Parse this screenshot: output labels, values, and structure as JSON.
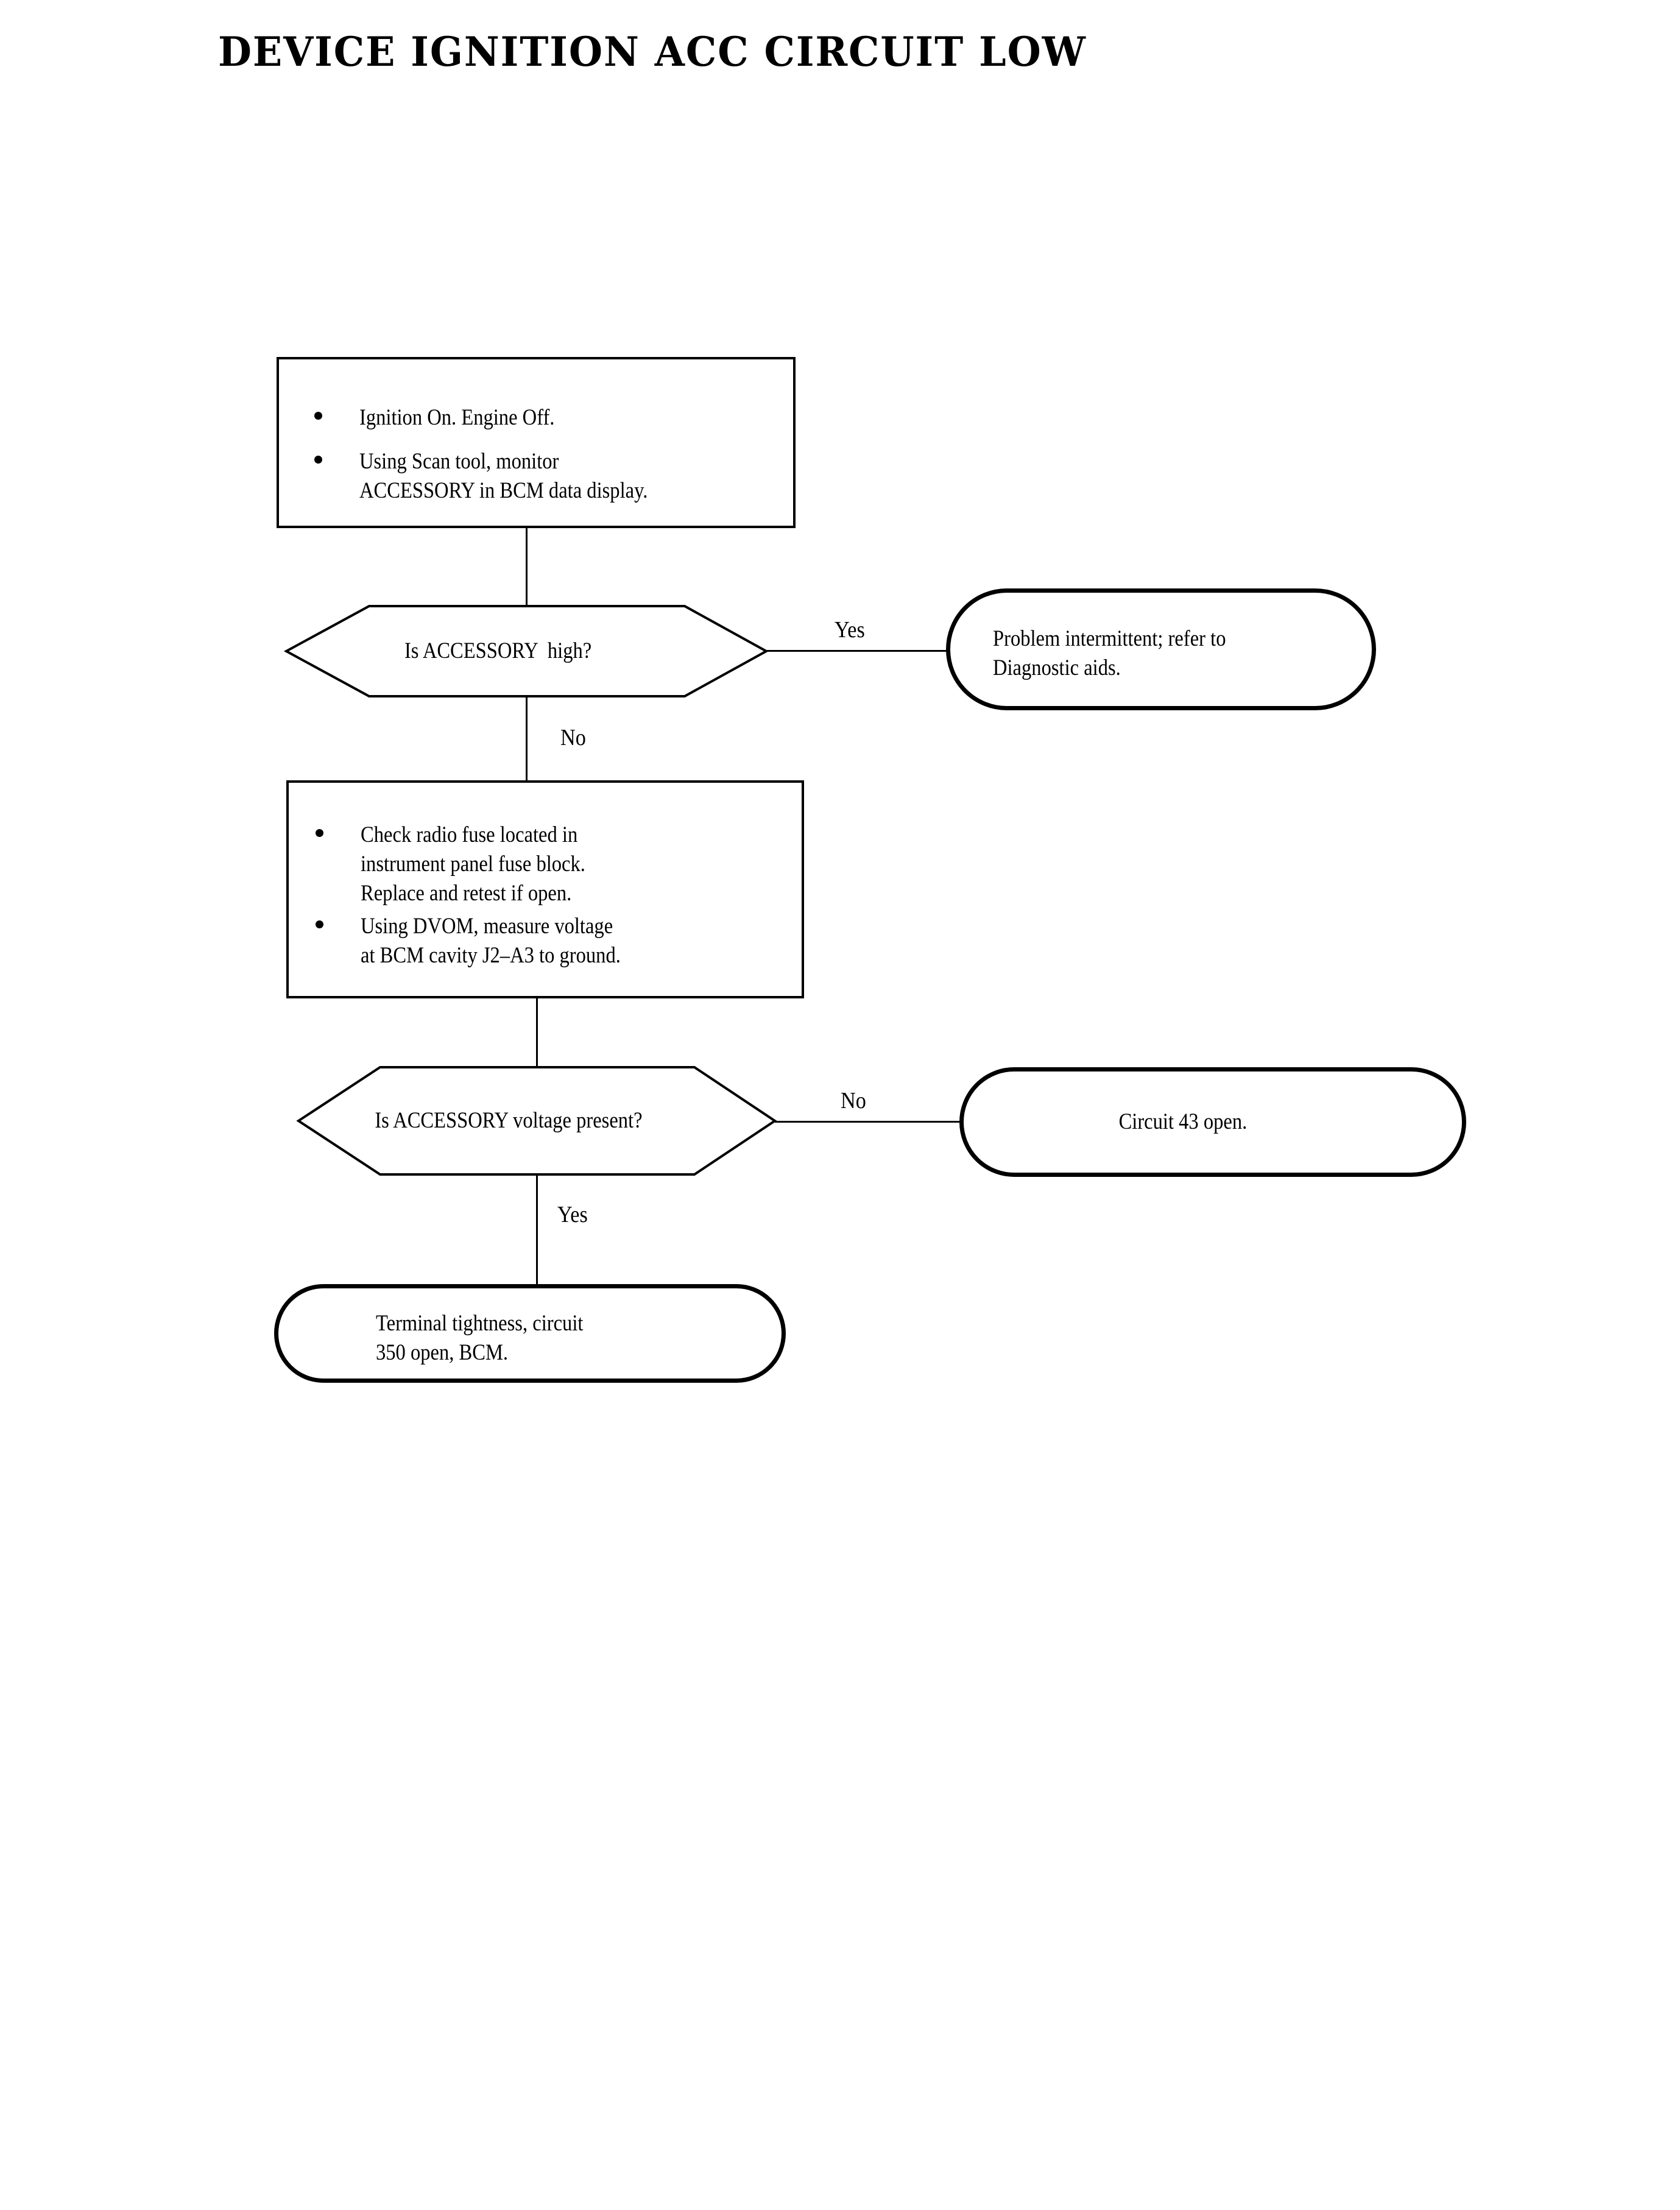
{
  "document": {
    "title": "DEVICE IGNITION ACC CIRCUIT LOW",
    "type": "diagnostic-flowchart",
    "colors": {
      "ink": "#000000",
      "background": "#ffffff"
    }
  },
  "flow": {
    "step1": {
      "kind": "process",
      "bullets": [
        "Ignition On. Engine Off.",
        "Using Scan tool, monitor\nACCESSORY in BCM data display."
      ]
    },
    "decision1": {
      "kind": "decision",
      "question": "Is ACCESSORY  high?",
      "yes_label": "Yes",
      "no_label": "No"
    },
    "result1": {
      "kind": "terminal",
      "text": "Problem intermittent; refer to\nDiagnostic aids."
    },
    "step2": {
      "kind": "process",
      "bullets": [
        "Check radio fuse located in\ninstrument panel fuse block.\nReplace and retest if open.",
        "Using DVOM, measure voltage\nat BCM cavity J2–A3 to ground."
      ]
    },
    "decision2": {
      "kind": "decision",
      "question": "Is ACCESSORY voltage present?",
      "no_label": "No",
      "yes_label": "Yes"
    },
    "result2": {
      "kind": "terminal",
      "text": "Circuit 43 open."
    },
    "result3": {
      "kind": "terminal",
      "text": "Terminal tightness, circuit\n350 open, BCM."
    }
  }
}
